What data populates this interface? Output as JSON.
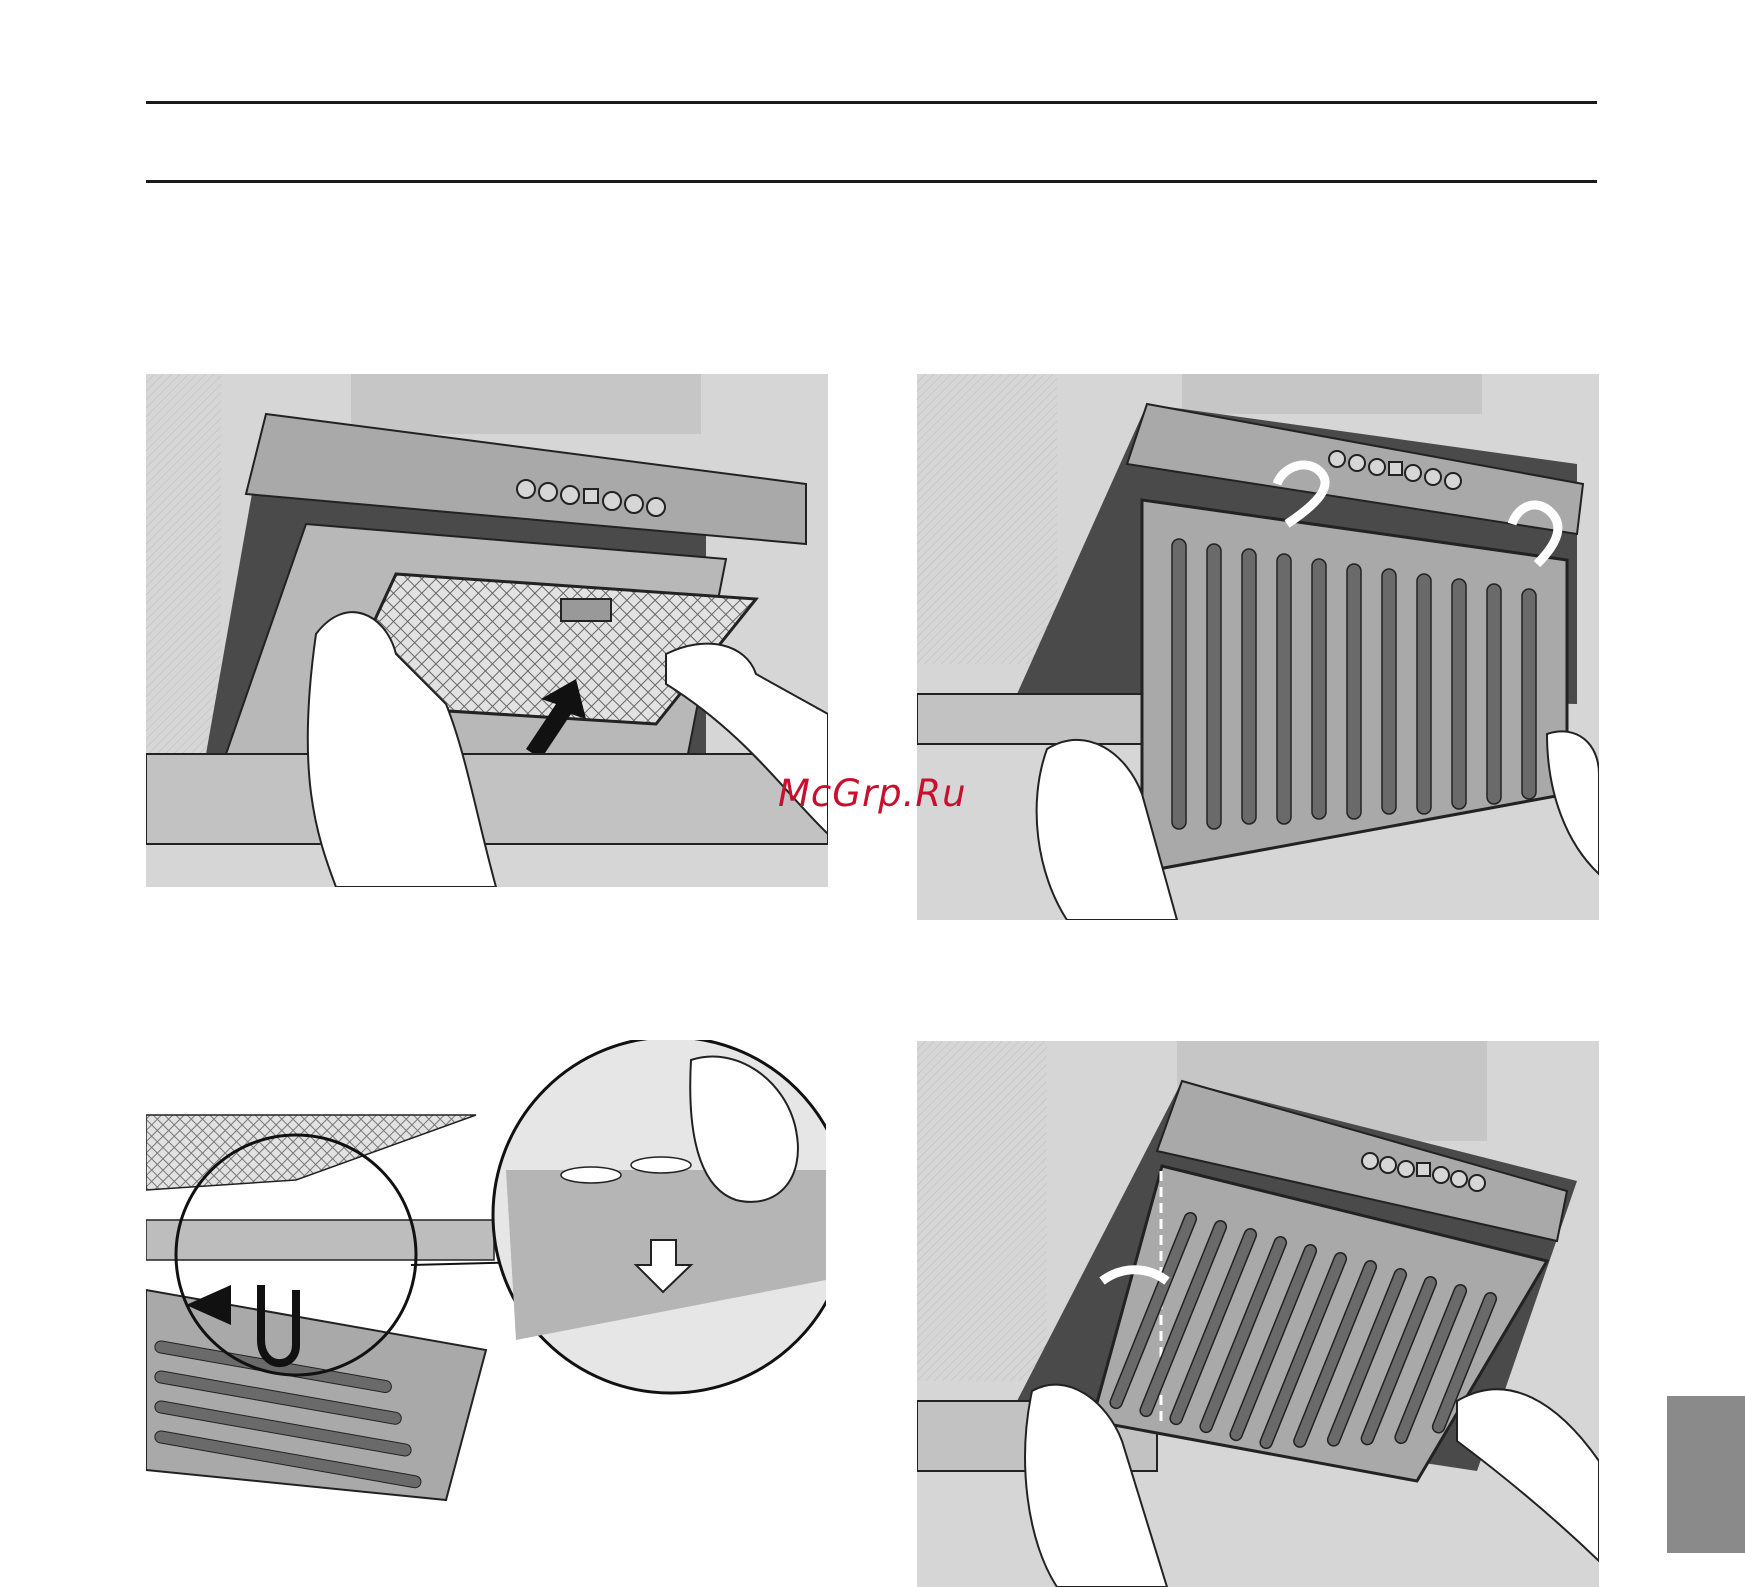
{
  "watermark": {
    "text": "McGrp.Ru"
  },
  "figures": [
    {
      "id": "fig-1",
      "subject": "removing-grease-filter"
    },
    {
      "id": "fig-2",
      "subject": "fitting-cover-panel-to-clips"
    },
    {
      "id": "fig-3",
      "subject": "releasing-panel-fastener"
    },
    {
      "id": "fig-4",
      "subject": "closing-cover-panel"
    }
  ],
  "colors": {
    "rule": "#1a1a1a",
    "side_tab": "#8a8a8a",
    "watermark": "#c8102e",
    "dark_metal": "#4a4a4a",
    "mid_metal": "#a9a9a9",
    "light_metal": "#d6d6d6"
  },
  "icons": [
    "arrow-down-icon",
    "curved-arrow-icon",
    "hand-icon"
  ]
}
